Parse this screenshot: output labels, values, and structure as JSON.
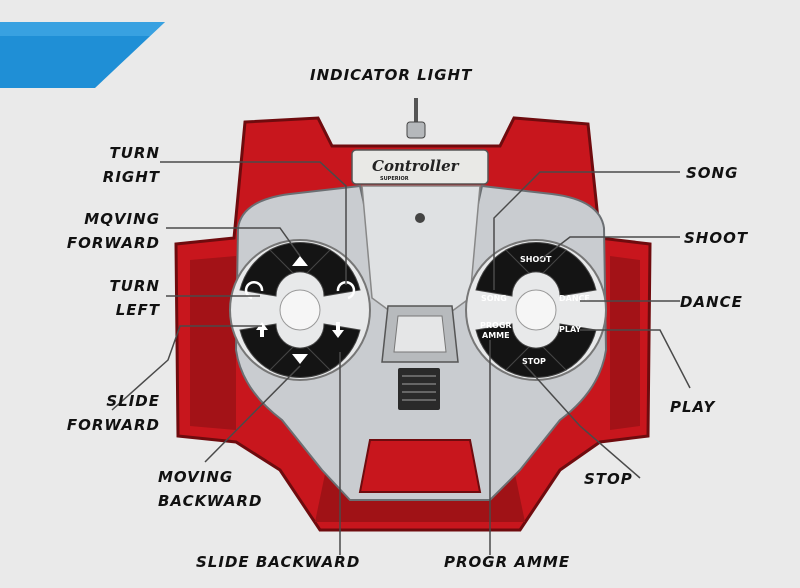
{
  "brand": {
    "name": "Controller",
    "subtitle": "SUPERIOR"
  },
  "labels": {
    "indicator_light": "INDICATOR LIGHT",
    "turn_right_line1": "TURN",
    "turn_right_line2": "RIGHT",
    "moving_forward_line1": "MQVING",
    "moving_forward_line2": "FORWARD",
    "turn_left_line1": "TURN",
    "turn_left_line2": "LEFT",
    "slide_forward_line1": "SLIDE",
    "slide_forward_line2": "FORWARD",
    "moving_backward_line1": "MOVING",
    "moving_backward_line2": "BACKWARD",
    "slide_backward": "SLIDE BACKWARD",
    "programme": "PROGR AMME",
    "song": "SONG",
    "shoot": "SHOOT",
    "dance": "DANCE",
    "play": "PLAY",
    "stop": "STOP"
  },
  "right_pad_buttons": {
    "shoot": "SHOOT",
    "song": "SONG",
    "dance": "DANCE",
    "play": "PLAY",
    "stop": "STOP",
    "programme_line1": "PROGR",
    "programme_line2": "AMME"
  },
  "colors": {
    "body_red": "#c8161d",
    "body_dark_red": "#8e0e12",
    "silver": "#c9ccd0",
    "button_black": "#141414",
    "accent_blue": "#1f8fd6"
  }
}
